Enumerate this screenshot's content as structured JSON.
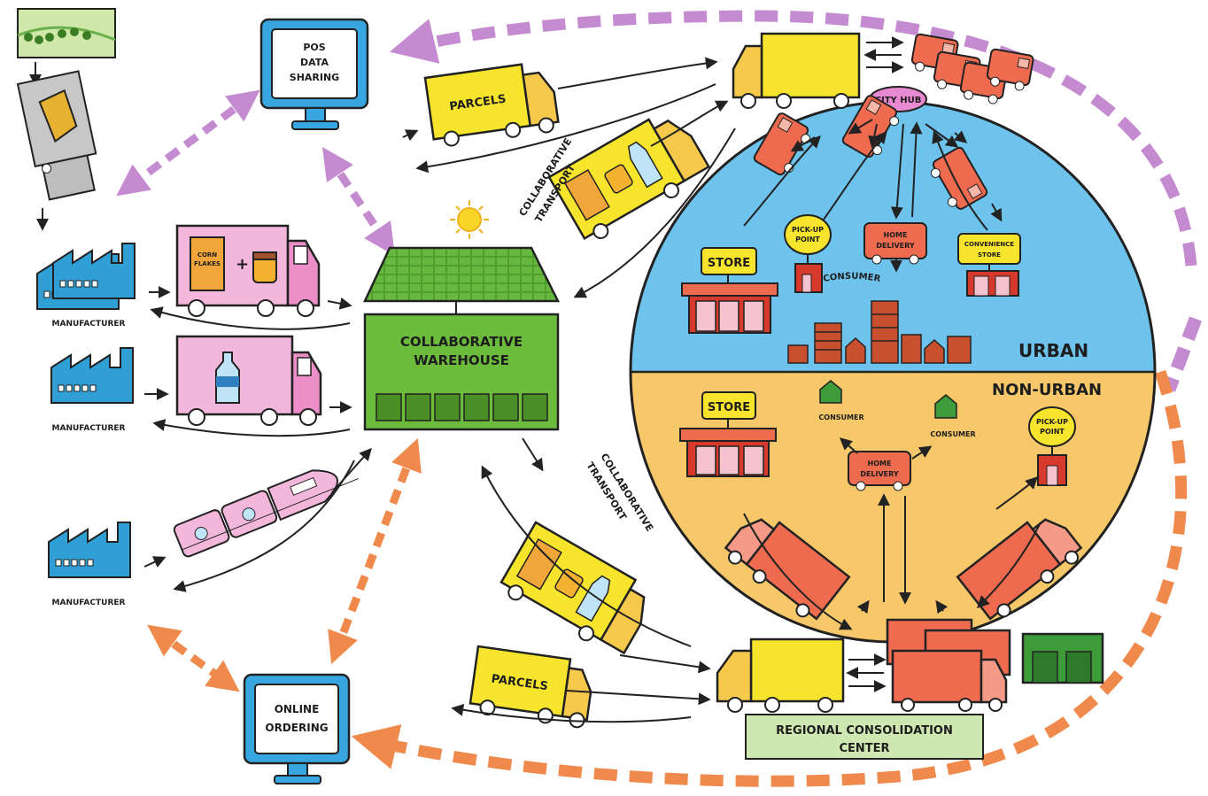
{
  "monitors": {
    "pos": [
      "POS",
      "DATA",
      "SHARING"
    ],
    "online": [
      "ONLINE",
      "ORDERING"
    ]
  },
  "manufacturer_label": "MANUFACTURER",
  "warehouse": [
    "COLLABORATIVE",
    "WAREHOUSE"
  ],
  "parcels_label": "PARCELS",
  "collab_transport": [
    "COLLABORATIVE",
    "TRANSPORT"
  ],
  "city_hub": "CITY HUB",
  "urban": {
    "label": "URBAN",
    "store": "STORE",
    "pickup_point": [
      "PICK-UP",
      "POINT"
    ],
    "home_delivery": [
      "HOME",
      "DELIVERY"
    ],
    "convenience_store": [
      "CONVENIENCE",
      "STORE"
    ],
    "consumer": "CONSUMER"
  },
  "non_urban": {
    "label": "NON-URBAN",
    "store": "STORE",
    "consumer_1": "CONSUMER",
    "consumer_2": "CONSUMER",
    "home_delivery": [
      "HOME",
      "DELIVERY"
    ],
    "pickup_point": [
      "PICK-UP",
      "POINT"
    ]
  },
  "regional_center": [
    "REGIONAL CONSOLIDATION",
    "CENTER"
  ],
  "package_label": [
    "CORN",
    "FLAKES"
  ],
  "colors": {
    "purple_arrow": "#c58bd0",
    "orange_arrow": "#ef8a4c",
    "urban_sky": "#6ec3ec",
    "non_urban": "#f7c86a",
    "yellow_truck": "#f6e52c",
    "red_truck": "#ee6b4f",
    "pink_truck": "#f3b7dc",
    "factory_blue": "#2f9fd6",
    "warehouse_green": "#6cbb3c",
    "label_green": "#cfe8b1"
  }
}
